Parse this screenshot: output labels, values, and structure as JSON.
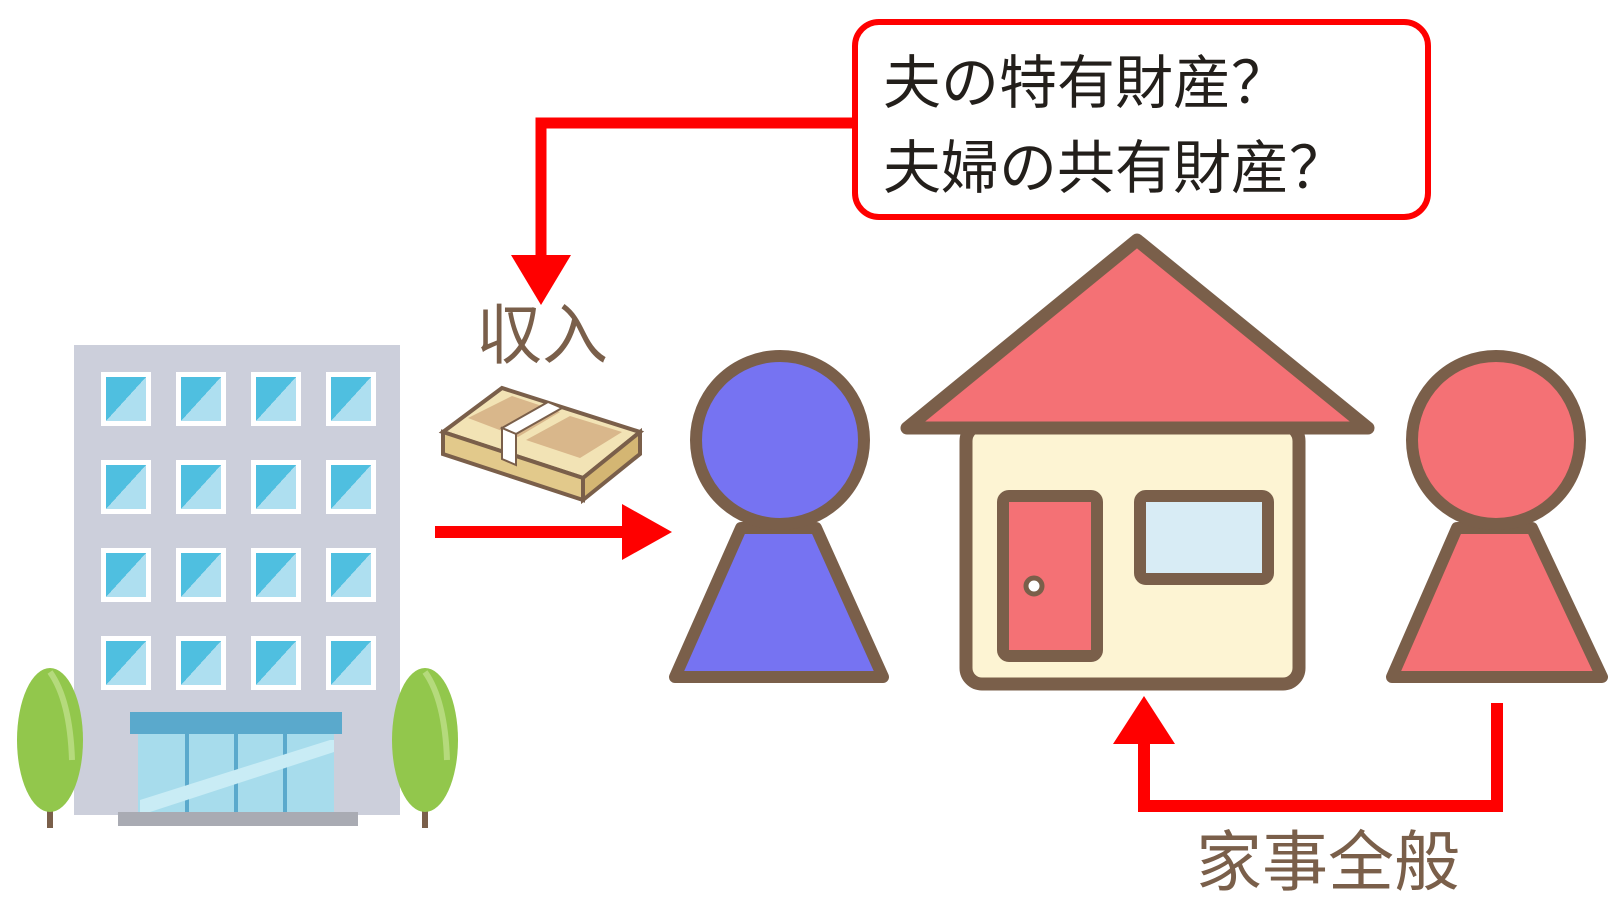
{
  "question": {
    "line1": "夫の特有財産？",
    "line2": "夫婦の共有財産？"
  },
  "income_label": "収入",
  "housework_label": "家事全般",
  "colors": {
    "arrow": "#ff0000",
    "outline": "#7a5f4a",
    "husband": "#7673f2",
    "wife": "#f47175",
    "roof": "#f47175",
    "house_wall": "#fdf4d3",
    "building": "#cccfdb",
    "window": "#5ac3e0",
    "tree": "#92c74c"
  },
  "icons": {
    "building": "office-building-icon",
    "money": "banknote-bundle-icon",
    "husband": "person-icon",
    "wife": "person-icon",
    "house": "house-icon"
  }
}
